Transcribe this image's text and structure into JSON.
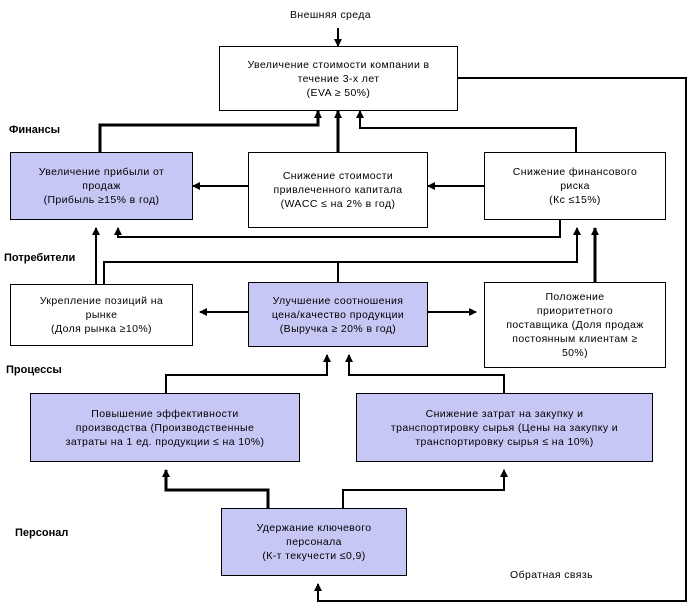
{
  "external": "Внешняя среда",
  "feedback": "Обратная связь",
  "sections": {
    "finance": "Финансы",
    "customers": "Потребители",
    "processes": "Процессы",
    "personnel": "Персонал"
  },
  "boxes": {
    "value": [
      "Увеличение стоимости компании в",
      "течение 3-х лет",
      "(EVA ≥ 50%)"
    ],
    "profit": [
      "Увеличение прибыли от",
      "продаж",
      "(Прибыль ≥15% в год)"
    ],
    "wacc": [
      "Снижение стоимости",
      "привлеченного капитала",
      "(WACC ≤ на 2% в год)"
    ],
    "risk": [
      "Снижение финансового",
      "риска",
      "(Кс ≤15%)"
    ],
    "market": [
      "Укрепление позиций на",
      "рынке",
      "(Доля рынка ≥10%)"
    ],
    "price": [
      "Улучшение соотношения",
      "цена/качество продукции",
      "(Выручка ≥ 20% в год)"
    ],
    "supplier": [
      "Положение",
      "приоритетного",
      "поставщика (Доля продаж",
      "постоянным клиентам ≥",
      "50%)"
    ],
    "efficiency": [
      "Повышение эффективности",
      "производства (Производственные",
      "затраты на 1 ед. продукции ≤ на 10%)"
    ],
    "costs": [
      "Снижение затрат на закупку и",
      "транспортировку сырья (Цены на закупку и",
      "транспортировку сырья ≤ на 10%)"
    ],
    "staff": [
      "Удержание ключевого",
      "персонала",
      "(К-т текучести ≤0,9)"
    ]
  }
}
